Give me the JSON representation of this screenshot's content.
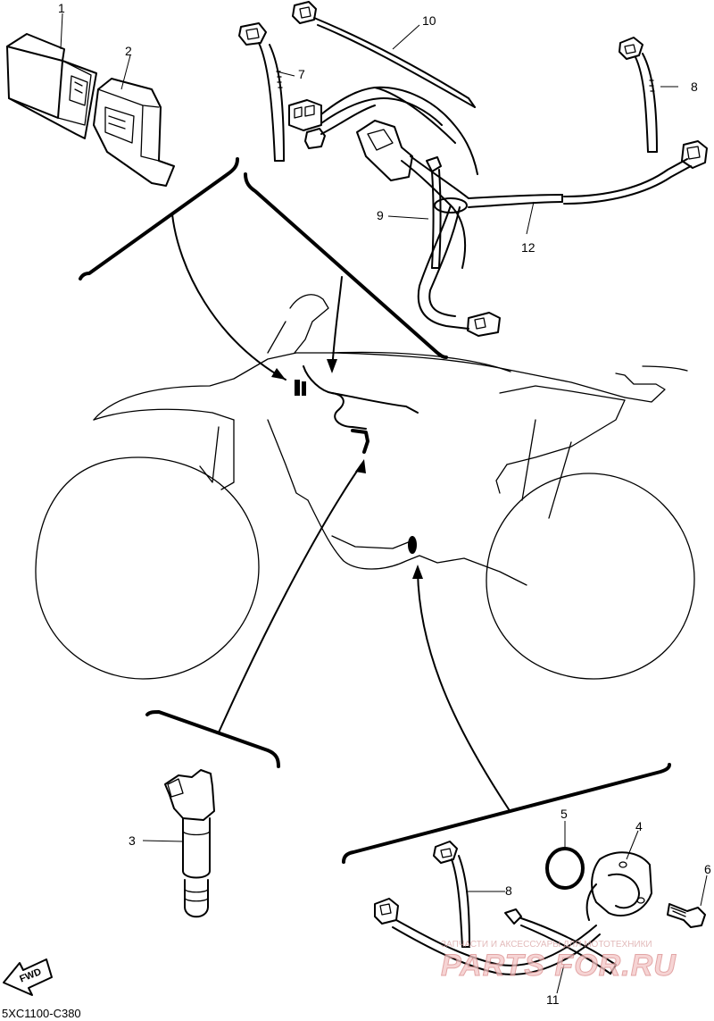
{
  "callouts": [
    "1",
    "2",
    "3",
    "4",
    "5",
    "6",
    "7",
    "8",
    "9",
    "10",
    "11",
    "12"
  ],
  "callout_8b": "8",
  "diagram_code": "5XC1100-C380",
  "fwd_label": "FWD",
  "watermark": {
    "small_text": "ЗАПЧАСТИ И АКСЕССУАРЫ ДЛЯ МОТОТЕХНИКИ",
    "brand_text": "PARTS FOR.RU",
    "color": "#e05a5a"
  }
}
